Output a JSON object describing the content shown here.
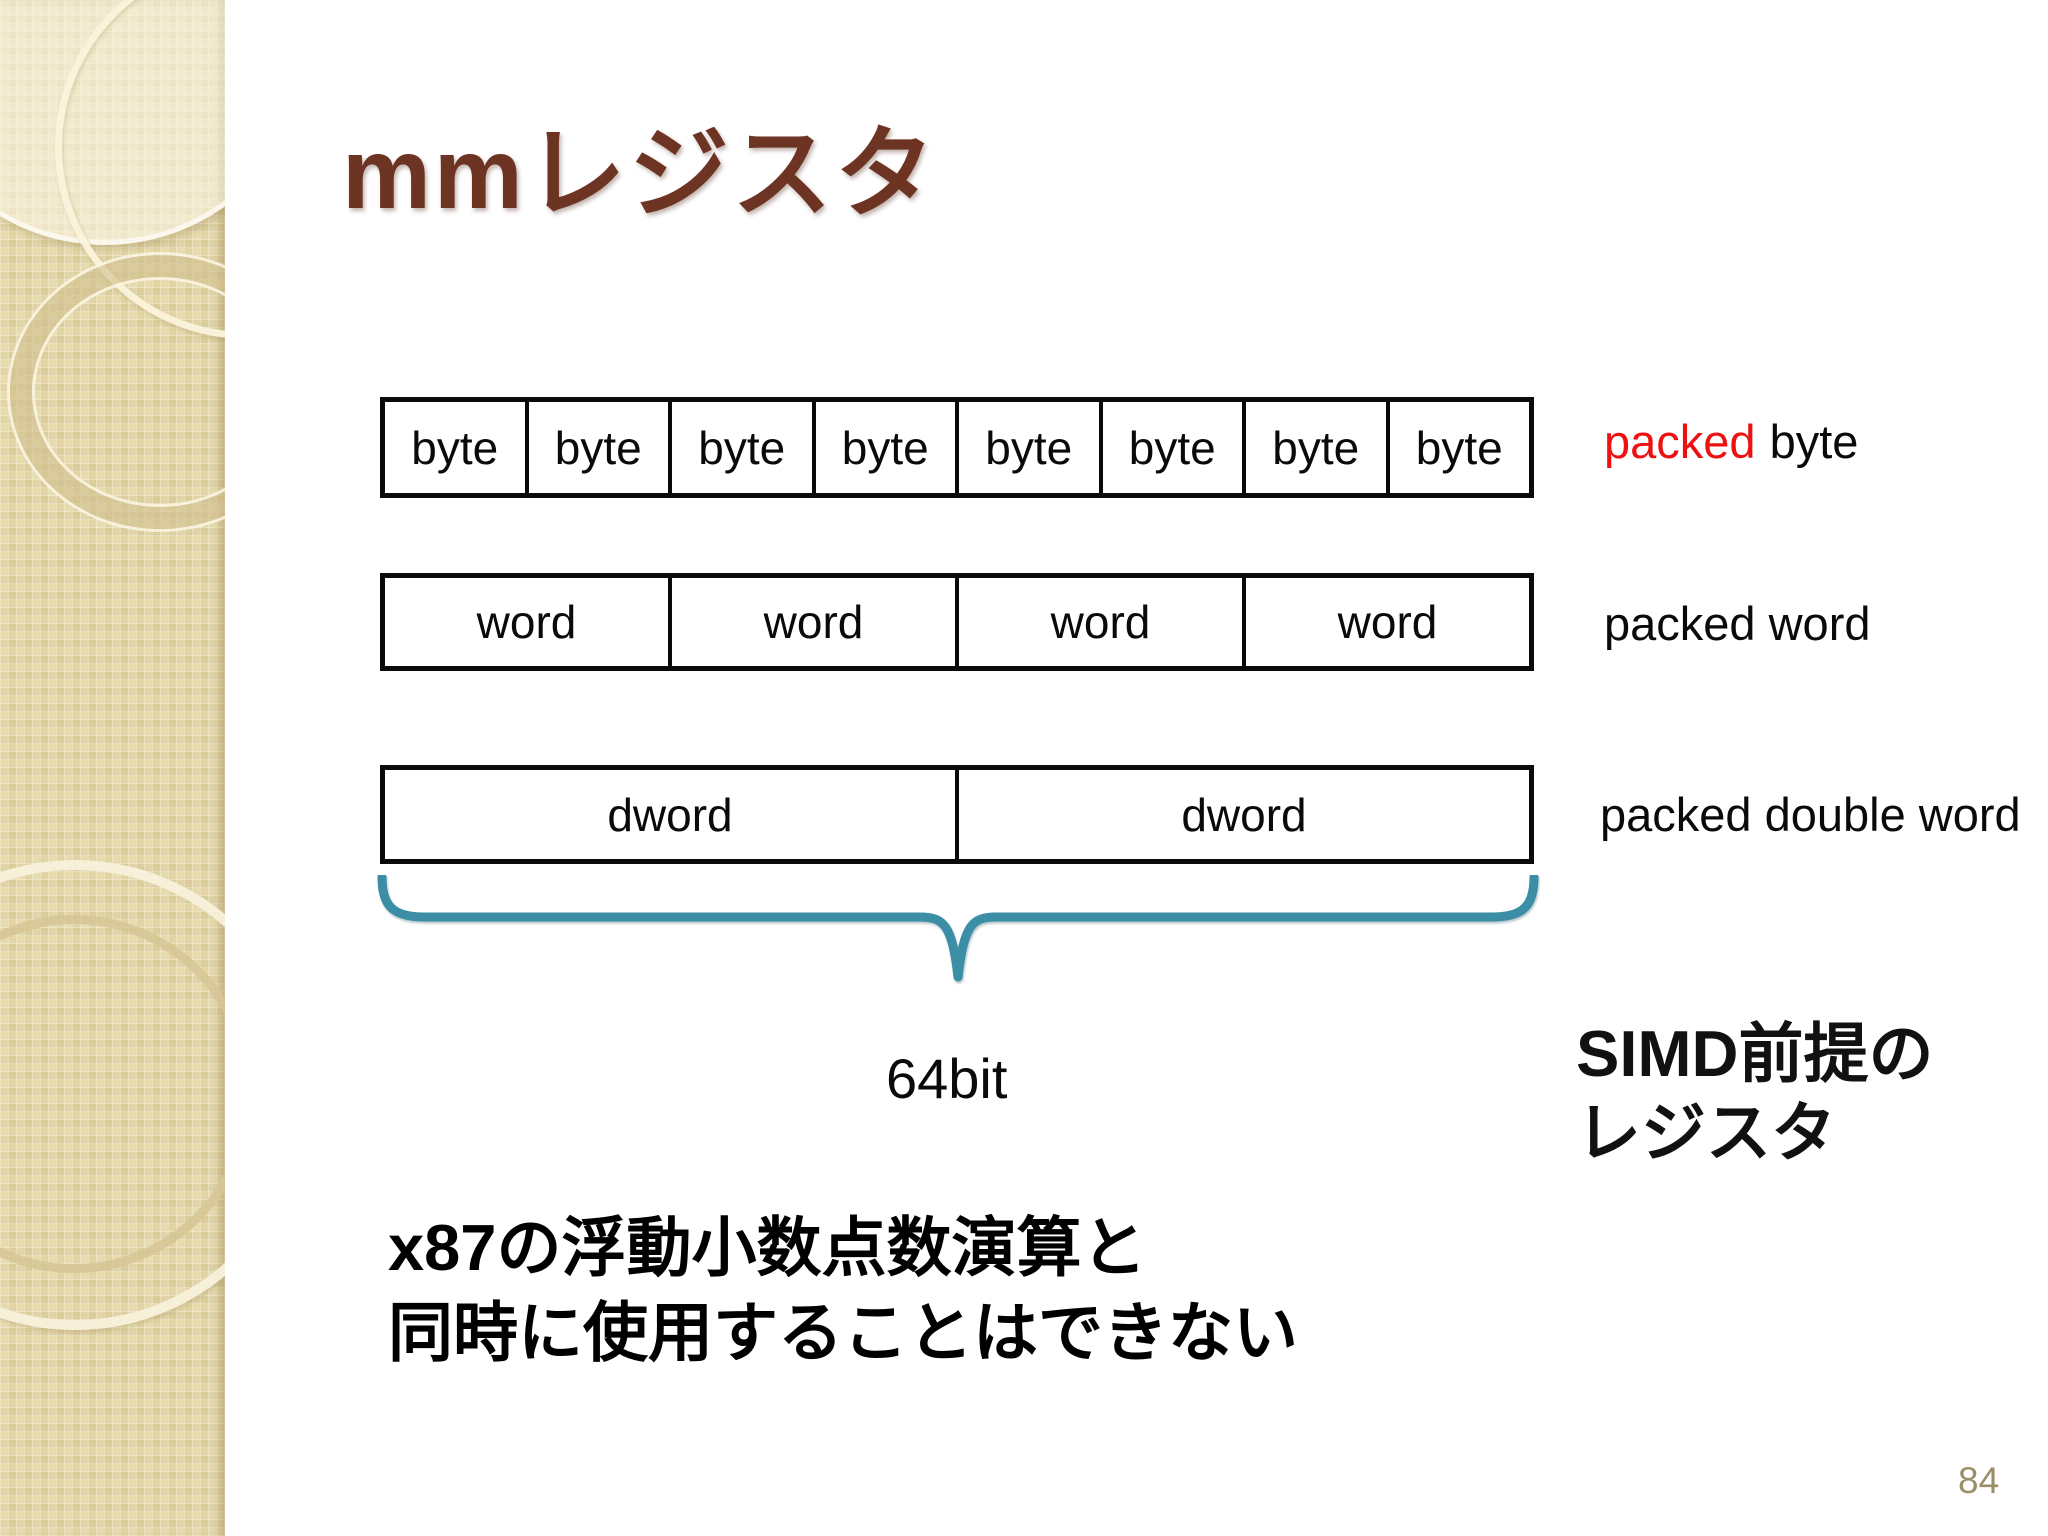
{
  "slide": {
    "title": "mmレジスタ",
    "page_number": "84"
  },
  "diagram": {
    "byte_row": {
      "cells": [
        "byte",
        "byte",
        "byte",
        "byte",
        "byte",
        "byte",
        "byte",
        "byte"
      ]
    },
    "word_row": {
      "cells": [
        "word",
        "word",
        "word",
        "word"
      ]
    },
    "dword_row": {
      "cells": [
        "dword",
        "dword"
      ]
    },
    "labels": {
      "byte_prefix": "packed",
      "byte_suffix": "byte",
      "word": "packed word",
      "dword": "packed double word"
    },
    "bit_width": "64bit"
  },
  "notes": {
    "simd_line1": "SIMD前提の",
    "simd_line2": "レジスタ",
    "x87_line1": "x87の浮動小数点数演算と",
    "x87_line2": "同時に使用することはできない"
  },
  "colors": {
    "title": "#6e3423",
    "packed_red": "#ee1111",
    "brace_teal": "#3b8ea5",
    "page_number": "#9a8e68",
    "sidebar_base": "#e8dbac"
  }
}
